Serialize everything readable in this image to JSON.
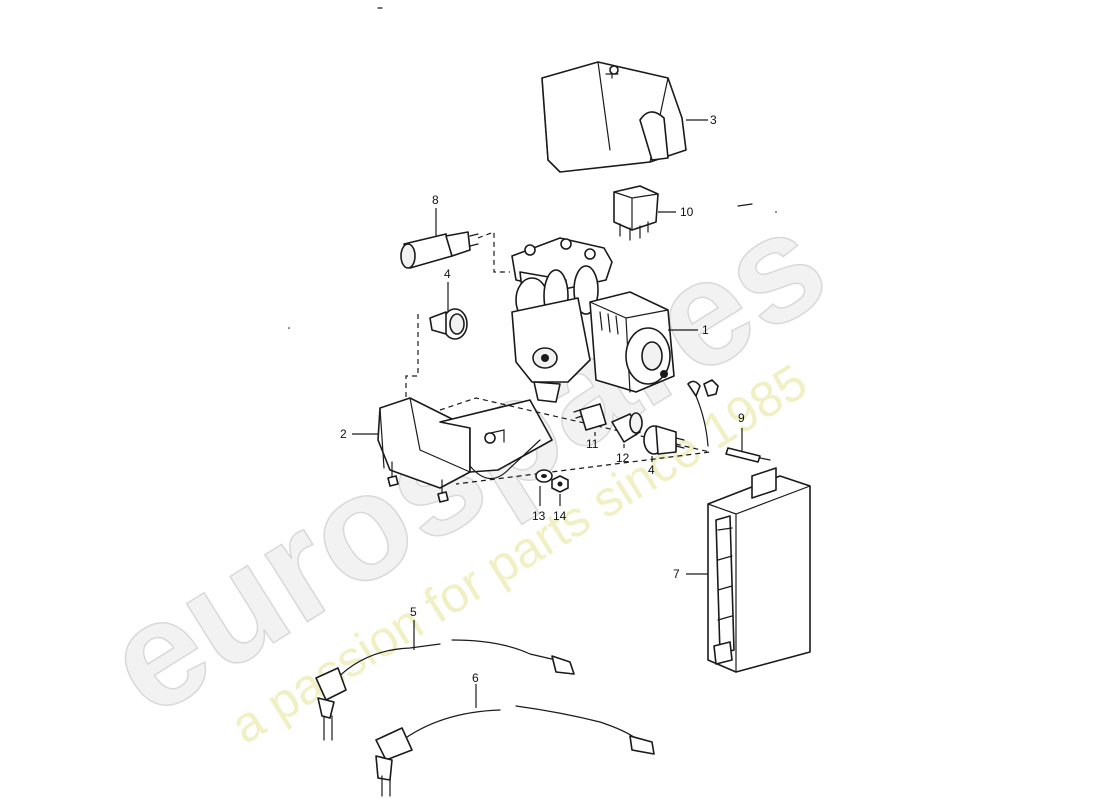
{
  "watermark": {
    "brand": "eurospares",
    "tagline": "a passion for parts since 1985"
  },
  "callouts": [
    {
      "id": "c1",
      "label": "1"
    },
    {
      "id": "c2",
      "label": "2"
    },
    {
      "id": "c3",
      "label": "3"
    },
    {
      "id": "c4a",
      "label": "4"
    },
    {
      "id": "c4b",
      "label": "4"
    },
    {
      "id": "c5",
      "label": "5"
    },
    {
      "id": "c6",
      "label": "6"
    },
    {
      "id": "c7",
      "label": "7"
    },
    {
      "id": "c8",
      "label": "8"
    },
    {
      "id": "c9",
      "label": "9"
    },
    {
      "id": "c10",
      "label": "10"
    },
    {
      "id": "c11",
      "label": "11"
    },
    {
      "id": "c12",
      "label": "12"
    },
    {
      "id": "c13",
      "label": "13"
    },
    {
      "id": "c14",
      "label": "14"
    }
  ]
}
